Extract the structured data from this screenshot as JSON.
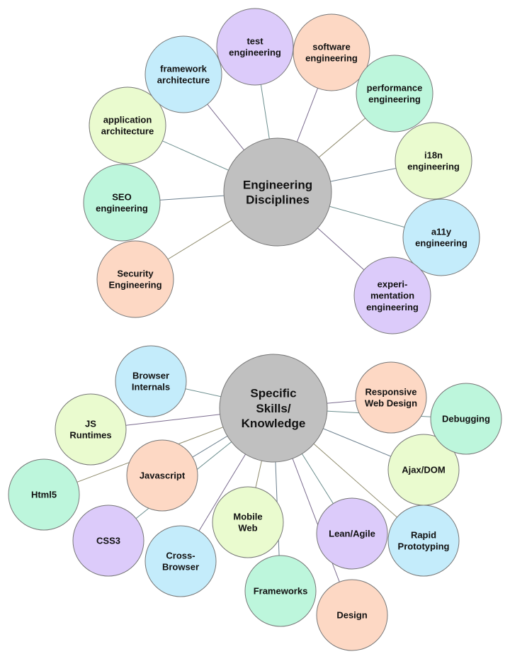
{
  "colors": {
    "center": "#c0c0c0",
    "purple": "#dccbfa",
    "peach": "#fdd8c4",
    "green": "#bdf6dc",
    "lime": "#eafbcf",
    "blue": "#c4ecfb",
    "stroke": "#777777"
  },
  "top_cluster": {
    "center": {
      "id": "engineering-disciplines",
      "lines": [
        "Engineering",
        "Disciplines"
      ]
    },
    "nodes": [
      {
        "id": "test-engineering",
        "lines": [
          "test",
          "engineering"
        ],
        "color": "purple"
      },
      {
        "id": "software-engineering",
        "lines": [
          "software",
          "engineering"
        ],
        "color": "peach"
      },
      {
        "id": "performance-engineering",
        "lines": [
          "performance",
          "engineering"
        ],
        "color": "green"
      },
      {
        "id": "i18n-engineering",
        "lines": [
          "i18n",
          "engineering"
        ],
        "color": "lime"
      },
      {
        "id": "a11y-engineering",
        "lines": [
          "a11y",
          "engineering"
        ],
        "color": "blue"
      },
      {
        "id": "experimentation-engineering",
        "lines": [
          "experi-",
          "mentation",
          "engineering"
        ],
        "color": "purple"
      },
      {
        "id": "security-engineering",
        "lines": [
          "Security",
          "Engineering"
        ],
        "color": "peach"
      },
      {
        "id": "seo-engineering",
        "lines": [
          "SEO",
          "engineering"
        ],
        "color": "green"
      },
      {
        "id": "application-architecture",
        "lines": [
          "application",
          "architecture"
        ],
        "color": "lime"
      },
      {
        "id": "framework-architecture",
        "lines": [
          "framework",
          "architecture"
        ],
        "color": "blue"
      }
    ]
  },
  "bottom_cluster": {
    "center": {
      "id": "specific-skills-knowledge",
      "lines": [
        "Specific",
        "Skills/",
        "Knowledge"
      ]
    },
    "nodes": [
      {
        "id": "browser-internals",
        "lines": [
          "Browser",
          "Internals"
        ],
        "color": "blue"
      },
      {
        "id": "js-runtimes",
        "lines": [
          "JS",
          "Runtimes"
        ],
        "color": "lime"
      },
      {
        "id": "html5",
        "lines": [
          "Html5"
        ],
        "color": "green"
      },
      {
        "id": "javascript",
        "lines": [
          "Javascript"
        ],
        "color": "peach"
      },
      {
        "id": "css3",
        "lines": [
          "CSS3"
        ],
        "color": "purple"
      },
      {
        "id": "cross-browser",
        "lines": [
          "Cross-",
          "Browser"
        ],
        "color": "blue"
      },
      {
        "id": "mobile-web",
        "lines": [
          "Mobile",
          "Web"
        ],
        "color": "lime"
      },
      {
        "id": "frameworks",
        "lines": [
          "Frameworks"
        ],
        "color": "green"
      },
      {
        "id": "lean-agile",
        "lines": [
          "Lean/Agile"
        ],
        "color": "purple"
      },
      {
        "id": "design",
        "lines": [
          "Design"
        ],
        "color": "peach"
      },
      {
        "id": "rapid-prototyping",
        "lines": [
          "Rapid",
          "Prototyping"
        ],
        "color": "blue"
      },
      {
        "id": "ajax-dom",
        "lines": [
          "Ajax/DOM"
        ],
        "color": "lime"
      },
      {
        "id": "debugging",
        "lines": [
          "Debugging"
        ],
        "color": "green"
      },
      {
        "id": "responsive-web-design",
        "lines": [
          "Responsive",
          "Web Design"
        ],
        "color": "peach"
      }
    ]
  }
}
